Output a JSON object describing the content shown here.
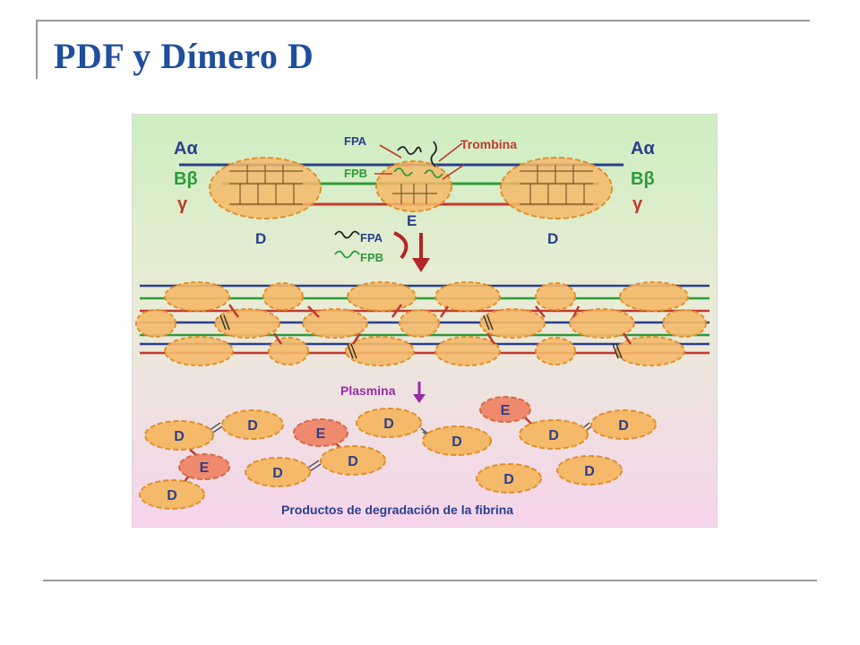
{
  "slide": {
    "title": "PDF y Dímero D"
  },
  "diagram": {
    "chain_labels": {
      "a_alpha": "Aα",
      "b_beta": "Bβ",
      "gamma": "γ"
    },
    "domain_labels": {
      "d": "D",
      "e": "E"
    },
    "annotations": {
      "fpa": "FPA",
      "fpb": "FPB",
      "trombina": "Trombina",
      "release_fpa": "FPA",
      "release_fpb": "FPB",
      "plasmina": "Plasmina",
      "caption": "Productos de degradación de la fibrina"
    },
    "fragments": [
      "D",
      "D",
      "E",
      "D",
      "E",
      "D",
      "D",
      "D",
      "D",
      "E",
      "D",
      "D",
      "D",
      "D"
    ],
    "colors": {
      "chain_a_alpha": "#2b3f8c",
      "chain_b_beta": "#2e9a3a",
      "chain_gamma": "#c0392b",
      "nodule_fill": "#f5b96a",
      "nodule_stroke": "#e0902a",
      "fragment_e_fill": "#ef8a6e",
      "arrow_red": "#b32626",
      "arrow_purple": "#9b2aa8",
      "background_top": "#cdeec0",
      "background_bottom": "#f6d4ec"
    }
  }
}
